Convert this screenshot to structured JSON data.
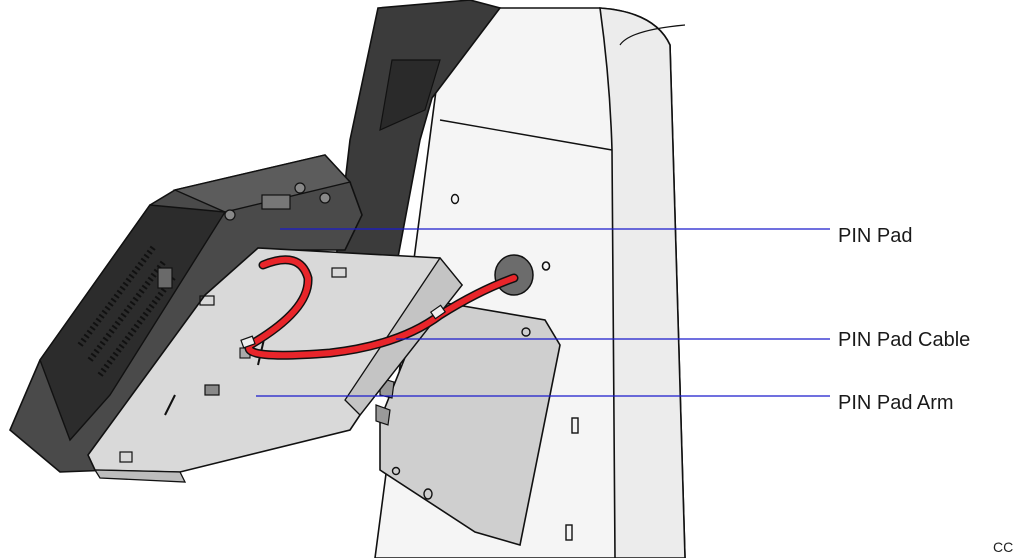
{
  "callouts": {
    "pin_pad": "PIN Pad",
    "pin_pad_cable": "PIN Pad Cable",
    "pin_pad_arm": "PIN Pad Arm"
  },
  "figure_code": "CC",
  "colors": {
    "leader_line": "#1a1acc",
    "cable": "#e8252a",
    "pin_pad_body": "#3a3a3a",
    "arm_plate": "#d6d6d6",
    "kiosk_panel": "#f4f4f4",
    "outline": "#111111"
  }
}
